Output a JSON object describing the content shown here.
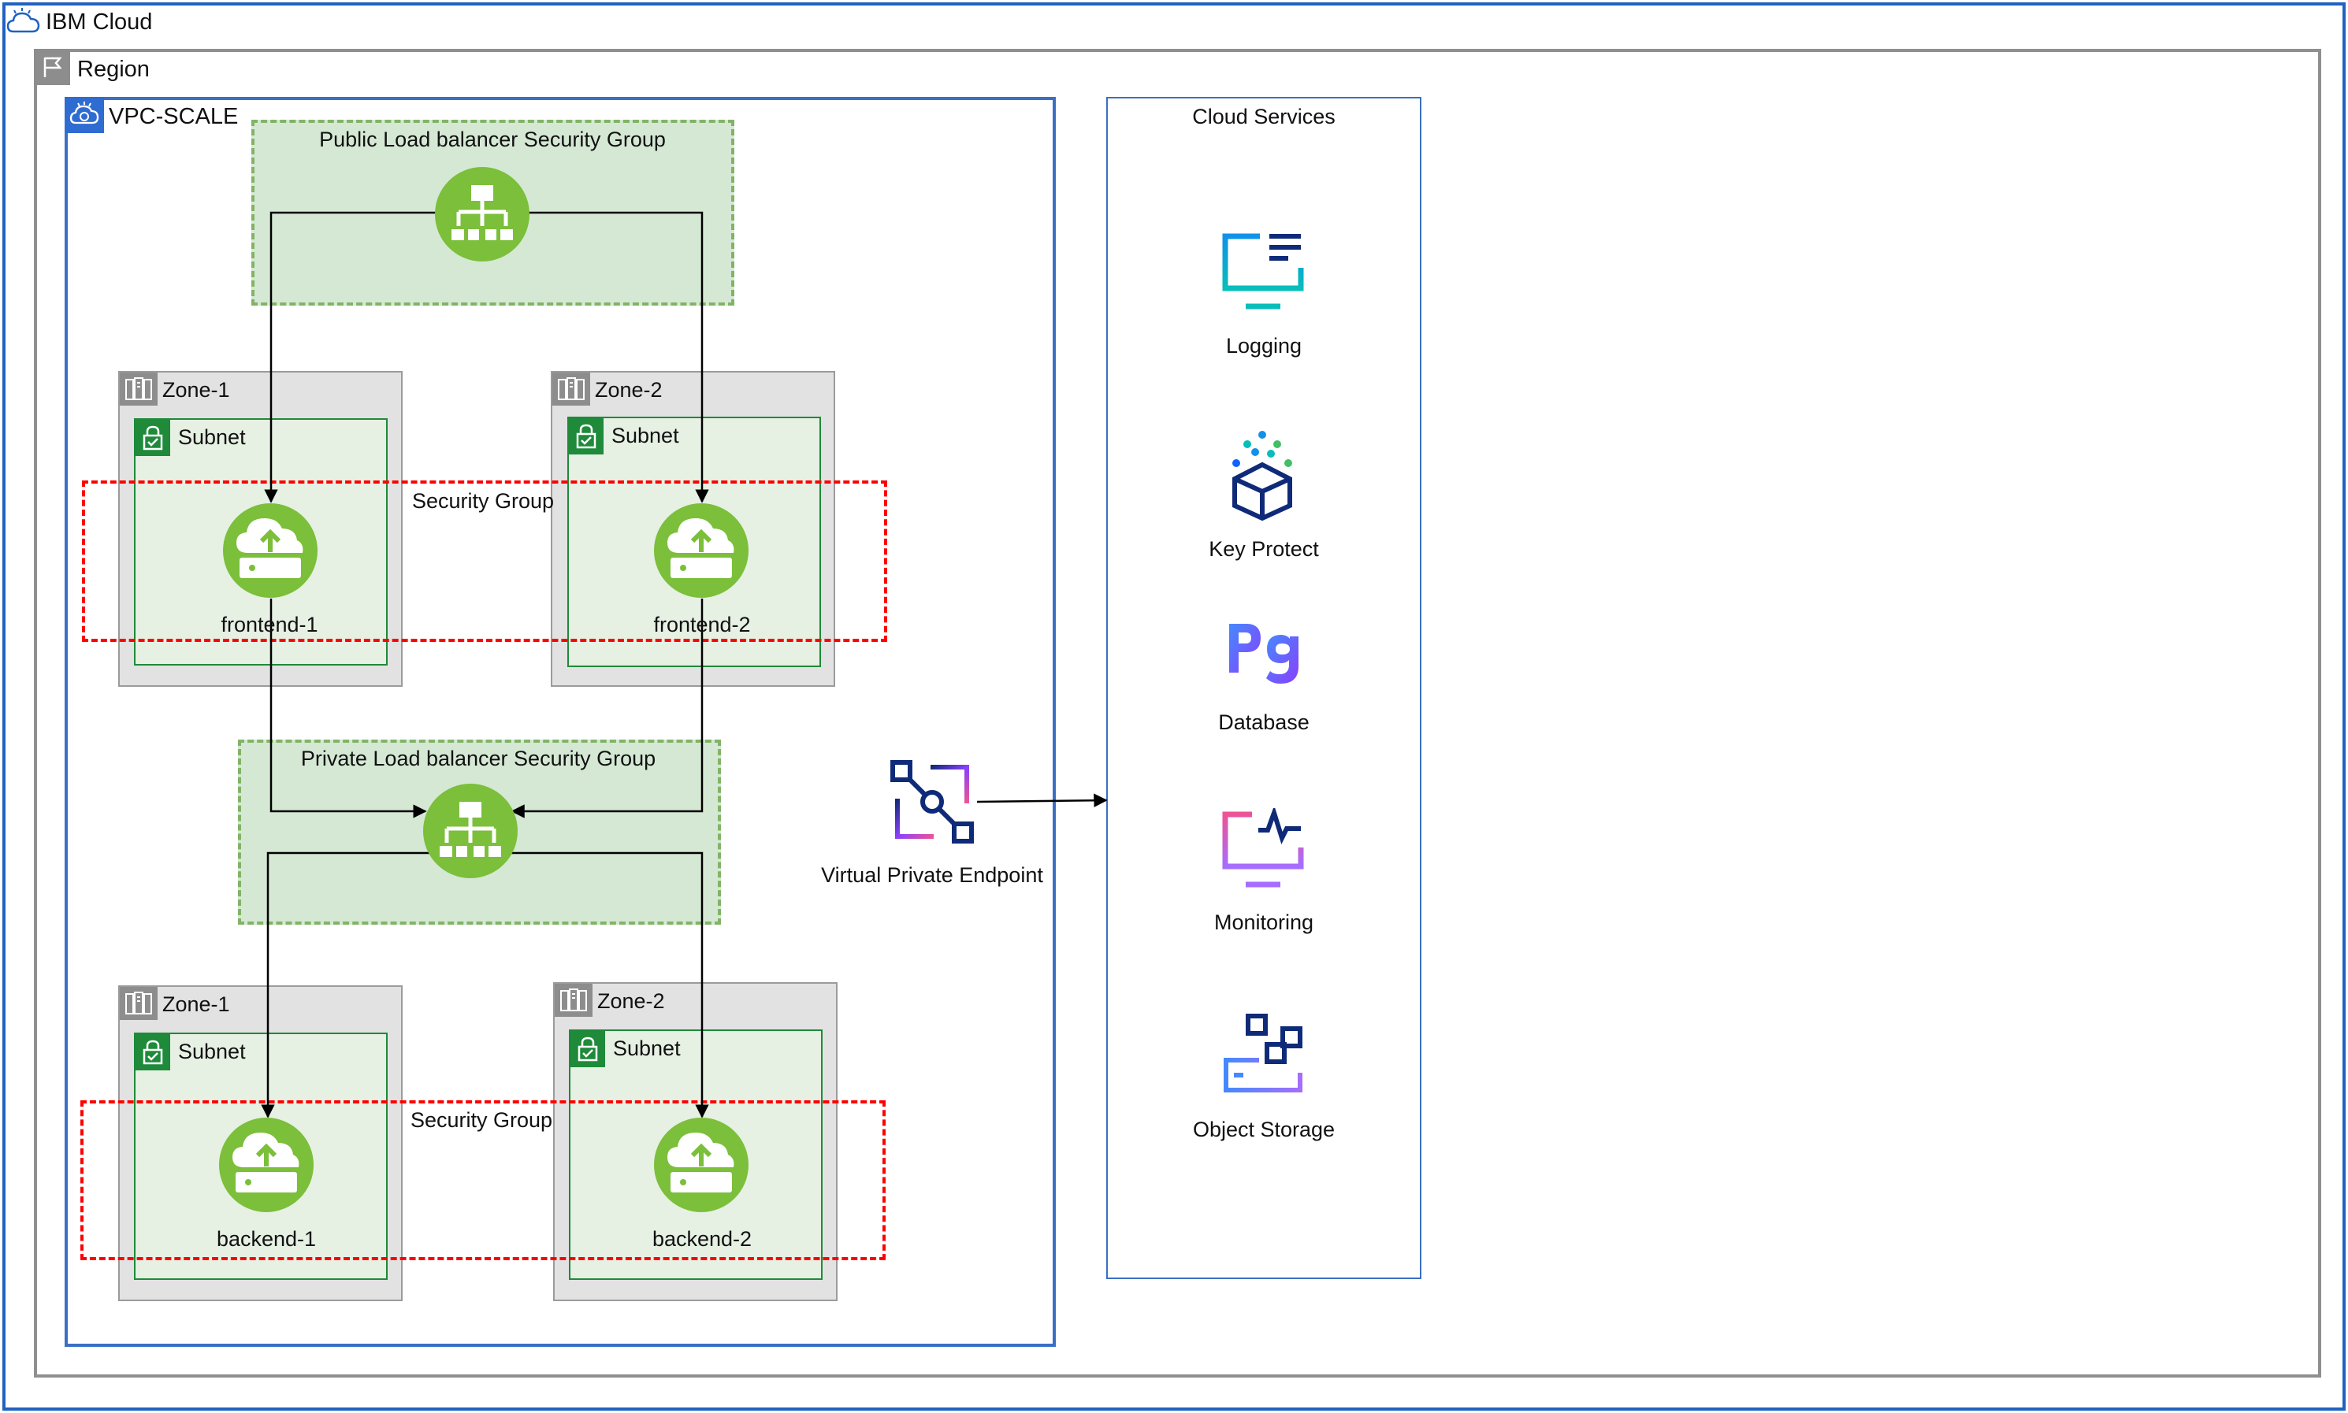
{
  "ibm_cloud": {
    "label": "IBM Cloud"
  },
  "region": {
    "label": "Region"
  },
  "vpc": {
    "label": "VPC-SCALE"
  },
  "public_lb": {
    "label": "Public Load balancer Security Group"
  },
  "private_lb": {
    "label": "Private Load balancer Security Group"
  },
  "frontend_tier": {
    "zone1": {
      "label": "Zone-1"
    },
    "zone2": {
      "label": "Zone-2"
    },
    "subnet1": {
      "label": "Subnet"
    },
    "subnet2": {
      "label": "Subnet"
    },
    "security_group": {
      "label": "Security Group"
    },
    "server1": {
      "label": "frontend-1"
    },
    "server2": {
      "label": "frontend-2"
    }
  },
  "backend_tier": {
    "zone1": {
      "label": "Zone-1"
    },
    "zone2": {
      "label": "Zone-2"
    },
    "subnet1": {
      "label": "Subnet"
    },
    "subnet2": {
      "label": "Subnet"
    },
    "security_group": {
      "label": "Security Group"
    },
    "server1": {
      "label": "backend-1"
    },
    "server2": {
      "label": "backend-2"
    }
  },
  "vpe": {
    "label": "Virtual Private Endpoint"
  },
  "cloud_services": {
    "title": "Cloud Services",
    "items": [
      {
        "label": "Logging",
        "icon": "logging-monitor-icon"
      },
      {
        "label": "Key Protect",
        "icon": "key-protect-cube-icon"
      },
      {
        "label": "Database",
        "icon": "postgresql-pg-icon"
      },
      {
        "label": "Monitoring",
        "icon": "monitoring-monitor-icon"
      },
      {
        "label": "Object Storage",
        "icon": "object-storage-icon"
      }
    ]
  },
  "colors": {
    "ibm_cloud_border": "#1f62c0",
    "region_border": "#8f8f8f",
    "vpc_border": "#3a6fc4",
    "lb_fill": "#d5e8d4",
    "lb_border": "#82b366",
    "zone_fill": "#e2e2e2",
    "subnet_border": "#1e8a3a",
    "security_group_border": "#ff0000",
    "node_green": "#7bbf3a"
  }
}
